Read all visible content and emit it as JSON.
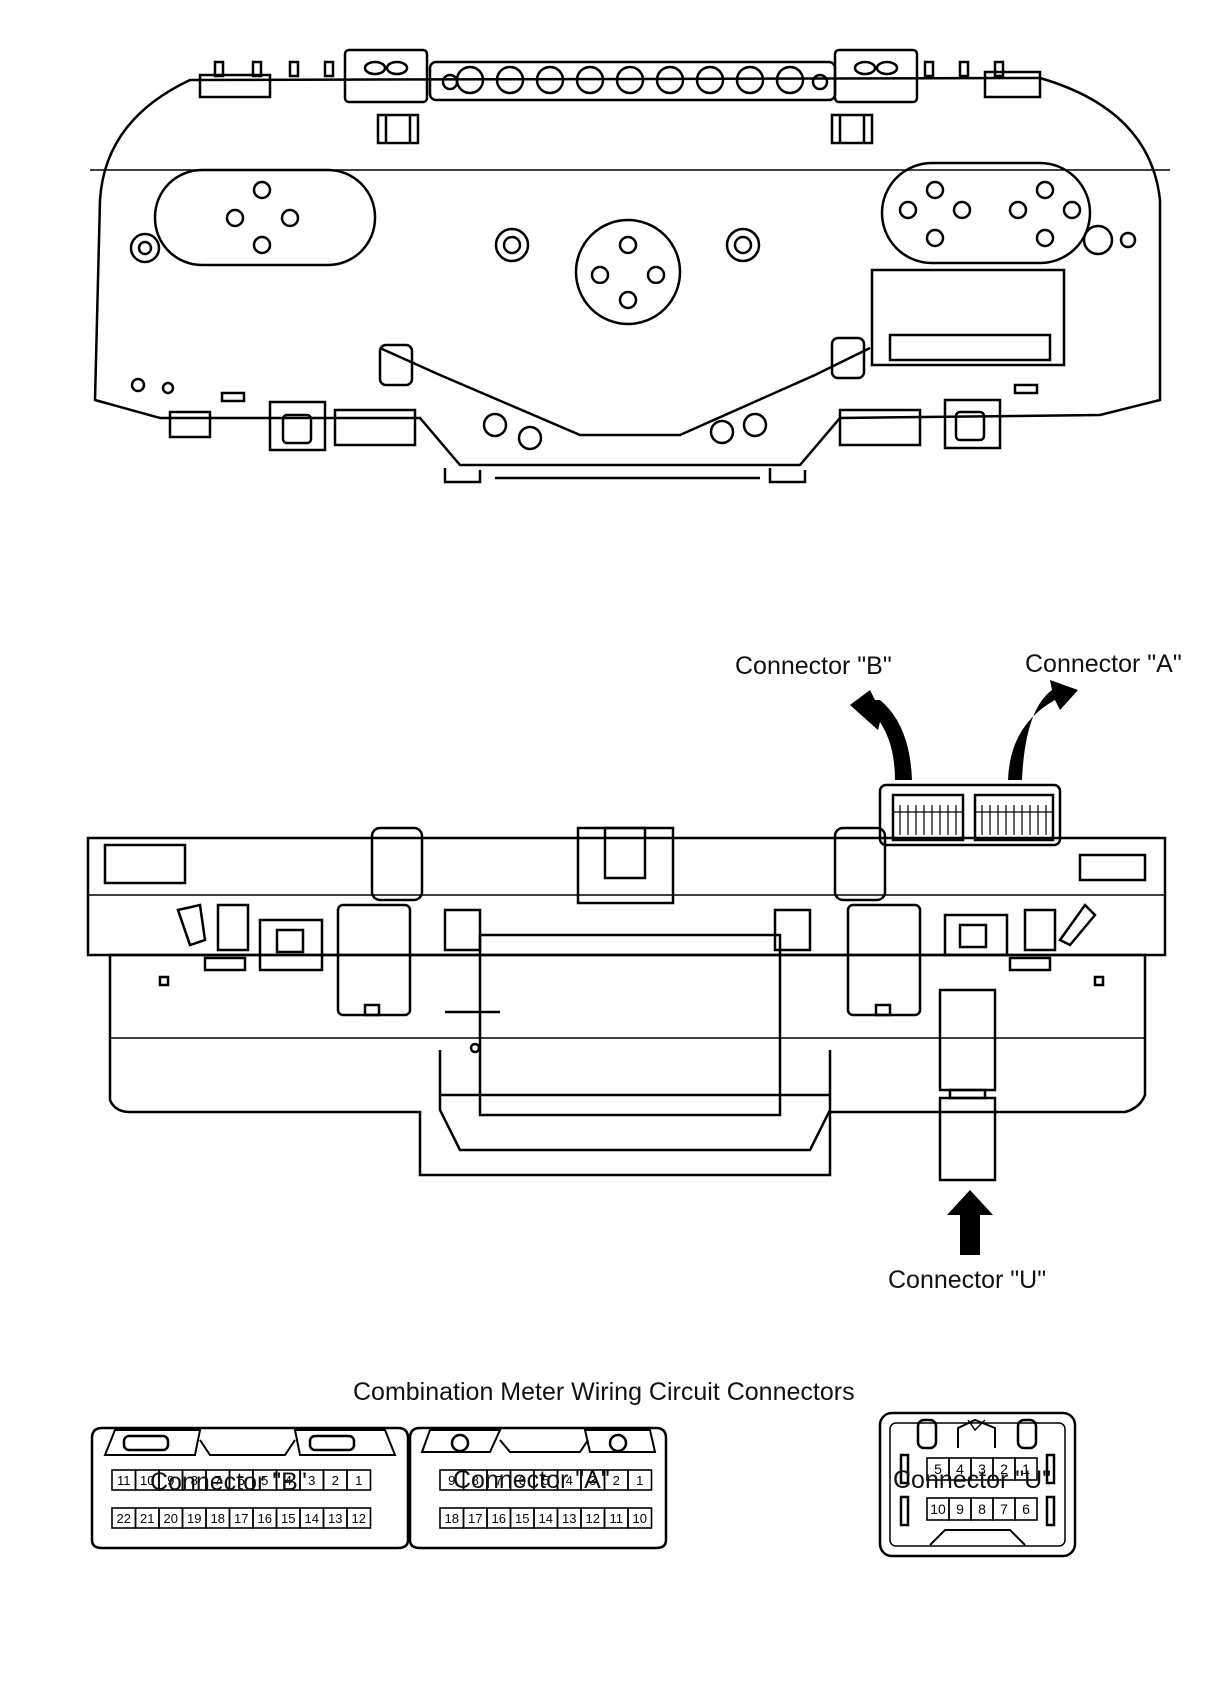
{
  "labels": {
    "side_connector_b": "Connector \"B\"",
    "side_connector_a": "Connector \"A\"",
    "side_connector_u": "Connector \"U\"",
    "section_title": "Combination Meter Wiring Circuit Connectors",
    "pinout_connector_b": "Connector \"B\"",
    "pinout_connector_a": "Connector \"A\"",
    "pinout_connector_u": "Connector \"U\""
  },
  "connector_b": {
    "row_top": [
      "11",
      "10",
      "9",
      "8",
      "7",
      "6",
      "5",
      "4",
      "3",
      "2",
      "1"
    ],
    "row_bottom": [
      "22",
      "21",
      "20",
      "19",
      "18",
      "17",
      "16",
      "15",
      "14",
      "13",
      "12"
    ]
  },
  "connector_a": {
    "row_top": [
      "9",
      "8",
      "7",
      "6",
      "5",
      "4",
      "3",
      "2",
      "1"
    ],
    "row_bottom": [
      "18",
      "17",
      "16",
      "15",
      "14",
      "13",
      "12",
      "11",
      "10"
    ]
  },
  "connector_u": {
    "row_top": [
      "5",
      "4",
      "3",
      "2",
      "1"
    ],
    "row_bottom": [
      "10",
      "9",
      "8",
      "7",
      "6"
    ]
  }
}
